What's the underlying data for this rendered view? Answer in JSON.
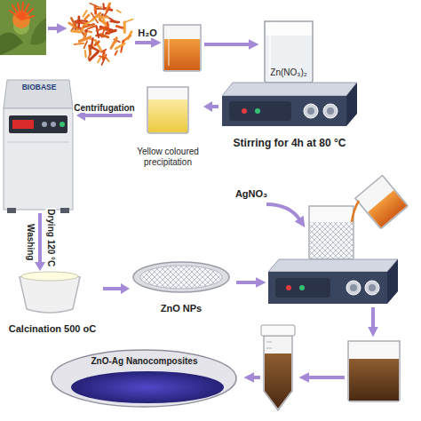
{
  "diagram": {
    "nodes": [
      {
        "text": [
          "Zn(NO₃)₂"
        ]
      },
      {
        "text": [
          "Stirring for 4h at 80 °C"
        ]
      },
      {
        "text": [
          "Yellow coloured precipitation"
        ]
      },
      {
        "text": [
          "BIOBASE"
        ]
      },
      {
        "text": [
          "Calcination 500 oC"
        ]
      },
      {
        "text": [
          "ZnO NPs"
        ]
      },
      {
        "text": [
          "ZnO-Ag Nanocomposites"
        ]
      }
    ],
    "edges": [
      {
        "from": 1,
        "to": 2,
        "arrow": "to"
      },
      {
        "from": 2,
        "to": 3,
        "label": "Centrifugation",
        "arrow": "to"
      },
      {
        "from": 3,
        "to": 4,
        "label": "Washing",
        "arrow": "to"
      },
      {
        "from": 4,
        "to": 5,
        "arrow": "to"
      }
    ],
    "labels": [
      "H₂O",
      "AgNO₃",
      "Drying 120 °C"
    ]
  }
}
